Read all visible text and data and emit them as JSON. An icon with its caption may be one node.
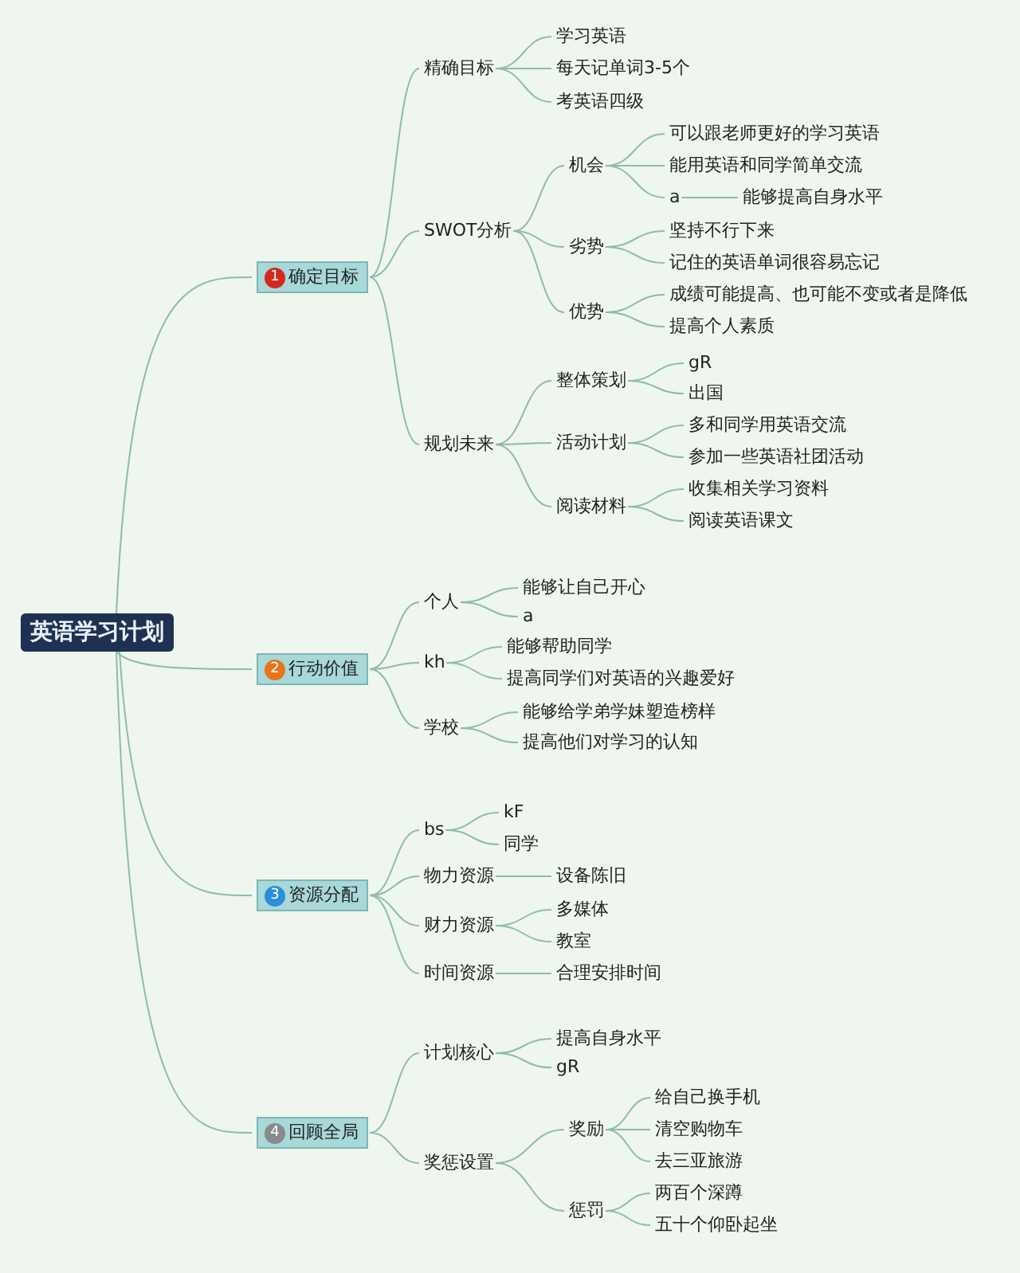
{
  "diagram": {
    "nodes": [
      {
        "text": [
          "英语学习计划"
        ]
      },
      {
        "text": [
          "1",
          "确定目标"
        ]
      },
      {
        "text": [
          "精确目标"
        ]
      },
      {
        "text": [
          "学习英语"
        ]
      },
      {
        "text": [
          "每天记单词3-5个"
        ]
      },
      {
        "text": [
          "考英语四级"
        ]
      },
      {
        "text": [
          "SWOT分析"
        ]
      },
      {
        "text": [
          "机会"
        ]
      },
      {
        "text": [
          "可以跟老师更好的学习英语"
        ]
      },
      {
        "text": [
          "能用英语和同学简单交流"
        ]
      },
      {
        "text": [
          "a"
        ]
      },
      {
        "text": [
          "能够提高自身水平"
        ]
      },
      {
        "text": [
          "劣势"
        ]
      },
      {
        "text": [
          "坚持不行下来"
        ]
      },
      {
        "text": [
          "记住的英语单词很容易忘记"
        ]
      },
      {
        "text": [
          "优势"
        ]
      },
      {
        "text": [
          "成绩可能提高、也可能不变或者是降低"
        ]
      },
      {
        "text": [
          "提高个人素质"
        ]
      },
      {
        "text": [
          "规划未来"
        ]
      },
      {
        "text": [
          "整体策划"
        ]
      },
      {
        "text": [
          "gR"
        ]
      },
      {
        "text": [
          "出国"
        ]
      },
      {
        "text": [
          "活动计划"
        ]
      },
      {
        "text": [
          "多和同学用英语交流"
        ]
      },
      {
        "text": [
          "参加一些英语社团活动"
        ]
      },
      {
        "text": [
          "阅读材料"
        ]
      },
      {
        "text": [
          "收集相关学习资料"
        ]
      },
      {
        "text": [
          "阅读英语课文"
        ]
      },
      {
        "text": [
          "2",
          "行动价值"
        ]
      },
      {
        "text": [
          "个人"
        ]
      },
      {
        "text": [
          "能够让自己开心"
        ]
      },
      {
        "text": [
          "a"
        ]
      },
      {
        "text": [
          "kh"
        ]
      },
      {
        "text": [
          "能够帮助同学"
        ]
      },
      {
        "text": [
          "提高同学们对英语的兴趣爱好"
        ]
      },
      {
        "text": [
          "学校"
        ]
      },
      {
        "text": [
          "能够给学弟学妹塑造榜样"
        ]
      },
      {
        "text": [
          "提高他们对学习的认知"
        ]
      },
      {
        "text": [
          "3",
          "资源分配"
        ]
      },
      {
        "text": [
          "bs"
        ]
      },
      {
        "text": [
          "kF"
        ]
      },
      {
        "text": [
          "同学"
        ]
      },
      {
        "text": [
          "物力资源"
        ]
      },
      {
        "text": [
          "设备陈旧"
        ]
      },
      {
        "text": [
          "财力资源"
        ]
      },
      {
        "text": [
          "多媒体"
        ]
      },
      {
        "text": [
          "教室"
        ]
      },
      {
        "text": [
          "时间资源"
        ]
      },
      {
        "text": [
          "合理安排时间"
        ]
      },
      {
        "text": [
          "4",
          "回顾全局"
        ]
      },
      {
        "text": [
          "计划核心"
        ]
      },
      {
        "text": [
          "提高自身水平"
        ]
      },
      {
        "text": [
          "gR"
        ]
      },
      {
        "text": [
          "奖惩设置"
        ]
      },
      {
        "text": [
          "奖励"
        ]
      },
      {
        "text": [
          "给自己换手机"
        ]
      },
      {
        "text": [
          "清空购物车"
        ]
      },
      {
        "text": [
          "去三亚旅游"
        ]
      },
      {
        "text": [
          "惩罚"
        ]
      },
      {
        "text": [
          "两百个深蹲"
        ]
      },
      {
        "text": [
          "五十个仰卧起坐"
        ]
      }
    ],
    "edges": [
      {
        "from": 0,
        "to": 1,
        "arrow": "none"
      },
      {
        "from": 1,
        "to": 2,
        "arrow": "none"
      },
      {
        "from": 2,
        "to": 3,
        "arrow": "none"
      },
      {
        "from": 2,
        "to": 4,
        "arrow": "none"
      },
      {
        "from": 2,
        "to": 5,
        "arrow": "none"
      },
      {
        "from": 1,
        "to": 6,
        "arrow": "none"
      },
      {
        "from": 6,
        "to": 7,
        "arrow": "none"
      },
      {
        "from": 7,
        "to": 8,
        "arrow": "none"
      },
      {
        "from": 7,
        "to": 9,
        "arrow": "none"
      },
      {
        "from": 7,
        "to": 10,
        "arrow": "none"
      },
      {
        "from": 10,
        "to": 11,
        "arrow": "none"
      },
      {
        "from": 6,
        "to": 12,
        "arrow": "none"
      },
      {
        "from": 12,
        "to": 13,
        "arrow": "none"
      },
      {
        "from": 12,
        "to": 14,
        "arrow": "none"
      },
      {
        "from": 6,
        "to": 15,
        "arrow": "none"
      },
      {
        "from": 15,
        "to": 16,
        "arrow": "none"
      },
      {
        "from": 15,
        "to": 17,
        "arrow": "none"
      },
      {
        "from": 1,
        "to": 18,
        "arrow": "none"
      },
      {
        "from": 18,
        "to": 19,
        "arrow": "none"
      },
      {
        "from": 19,
        "to": 20,
        "arrow": "none"
      },
      {
        "from": 19,
        "to": 21,
        "arrow": "none"
      },
      {
        "from": 18,
        "to": 22,
        "arrow": "none"
      },
      {
        "from": 22,
        "to": 23,
        "arrow": "none"
      },
      {
        "from": 22,
        "to": 24,
        "arrow": "none"
      },
      {
        "from": 18,
        "to": 25,
        "arrow": "none"
      },
      {
        "from": 25,
        "to": 26,
        "arrow": "none"
      },
      {
        "from": 25,
        "to": 27,
        "arrow": "none"
      },
      {
        "from": 0,
        "to": 28,
        "arrow": "none"
      },
      {
        "from": 28,
        "to": 29,
        "arrow": "none"
      },
      {
        "from": 29,
        "to": 30,
        "arrow": "none"
      },
      {
        "from": 29,
        "to": 31,
        "arrow": "none"
      },
      {
        "from": 28,
        "to": 32,
        "arrow": "none"
      },
      {
        "from": 32,
        "to": 33,
        "arrow": "none"
      },
      {
        "from": 32,
        "to": 34,
        "arrow": "none"
      },
      {
        "from": 28,
        "to": 35,
        "arrow": "none"
      },
      {
        "from": 35,
        "to": 36,
        "arrow": "none"
      },
      {
        "from": 35,
        "to": 37,
        "arrow": "none"
      },
      {
        "from": 0,
        "to": 38,
        "arrow": "none"
      },
      {
        "from": 38,
        "to": 39,
        "arrow": "none"
      },
      {
        "from": 39,
        "to": 40,
        "arrow": "none"
      },
      {
        "from": 39,
        "to": 41,
        "arrow": "none"
      },
      {
        "from": 38,
        "to": 42,
        "arrow": "none"
      },
      {
        "from": 42,
        "to": 43,
        "arrow": "none"
      },
      {
        "from": 38,
        "to": 44,
        "arrow": "none"
      },
      {
        "from": 44,
        "to": 45,
        "arrow": "none"
      },
      {
        "from": 44,
        "to": 46,
        "arrow": "none"
      },
      {
        "from": 38,
        "to": 47,
        "arrow": "none"
      },
      {
        "from": 47,
        "to": 48,
        "arrow": "none"
      },
      {
        "from": 0,
        "to": 49,
        "arrow": "none"
      },
      {
        "from": 49,
        "to": 50,
        "arrow": "none"
      },
      {
        "from": 50,
        "to": 51,
        "arrow": "none"
      },
      {
        "from": 50,
        "to": 52,
        "arrow": "none"
      },
      {
        "from": 49,
        "to": 53,
        "arrow": "none"
      },
      {
        "from": 53,
        "to": 54,
        "arrow": "none"
      },
      {
        "from": 54,
        "to": 55,
        "arrow": "none"
      },
      {
        "from": 54,
        "to": 56,
        "arrow": "none"
      },
      {
        "from": 54,
        "to": 57,
        "arrow": "none"
      },
      {
        "from": 53,
        "to": 58,
        "arrow": "none"
      },
      {
        "from": 58,
        "to": 59,
        "arrow": "none"
      },
      {
        "from": 58,
        "to": 60,
        "arrow": "none"
      }
    ]
  }
}
